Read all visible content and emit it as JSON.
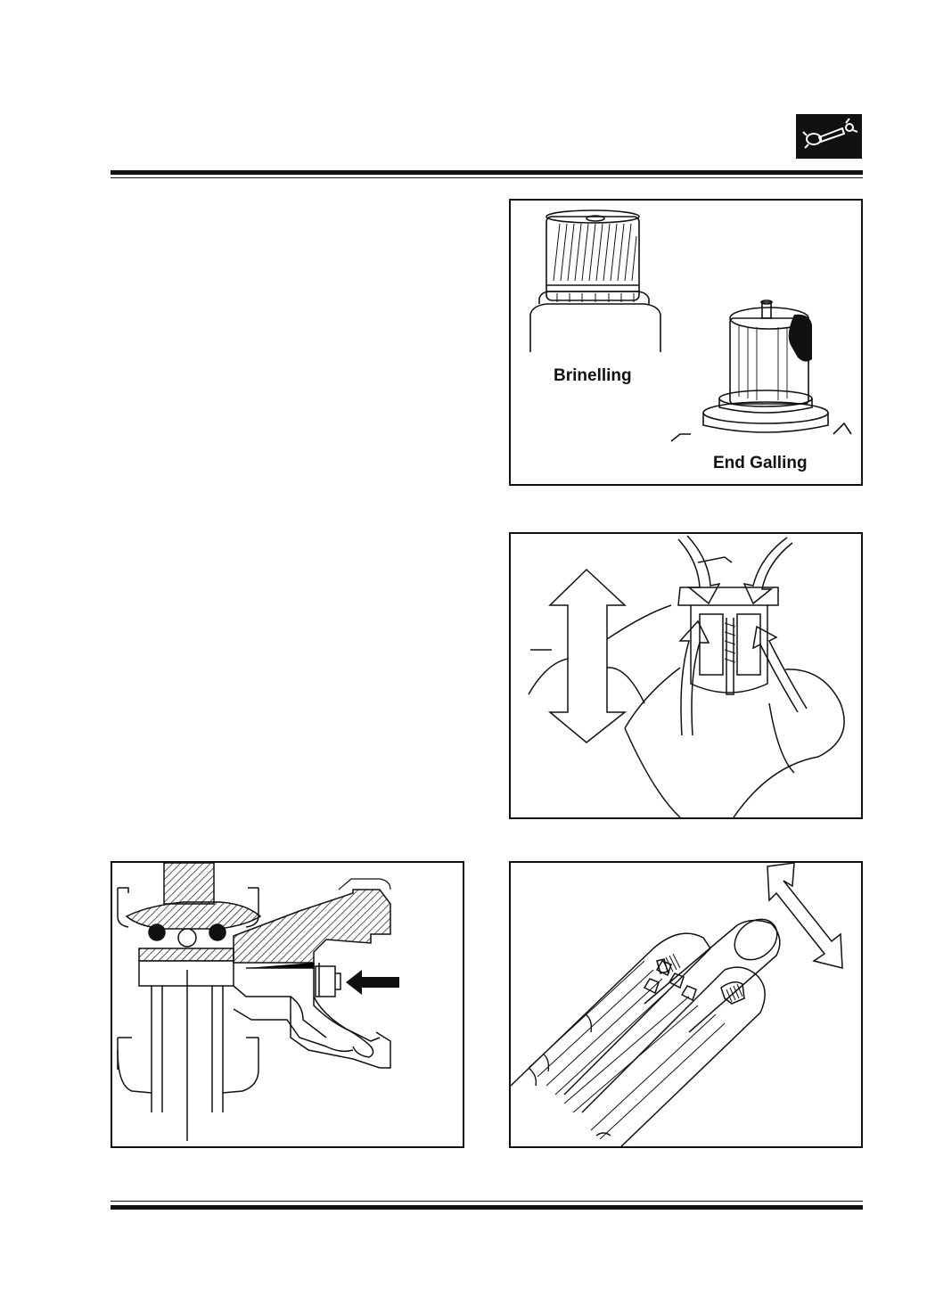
{
  "header": {
    "section_icon": "propeller-shaft-icon"
  },
  "figures": [
    {
      "id": "bearing-wear",
      "labels": {
        "brinelling": "Brinelling",
        "end_galling": "End Galling"
      }
    },
    {
      "id": "lubrication-flow"
    },
    {
      "id": "flange-section-arrow"
    },
    {
      "id": "splined-shaft-movement"
    }
  ]
}
